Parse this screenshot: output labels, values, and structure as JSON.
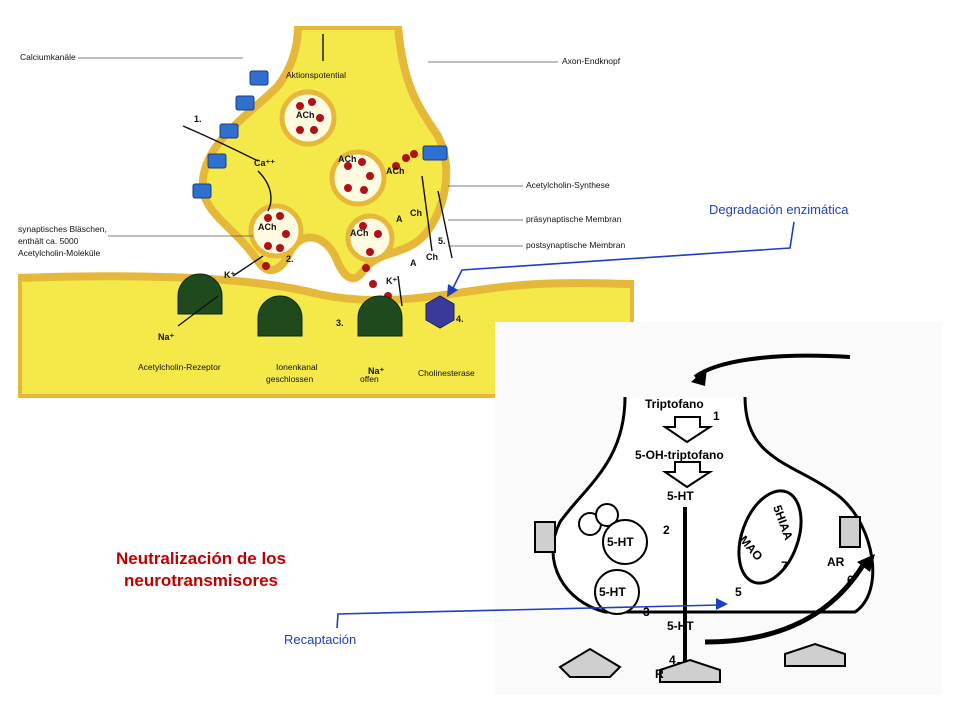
{
  "synapse": {
    "labels": {
      "calcium": "Calciumkanäle",
      "action": "Aktionspotential",
      "axon": "Axon-Endknopf",
      "synthese": "Acetylcholin-Synthese",
      "prae": "präsynaptische Membran",
      "post": "postsynaptische Membran",
      "blaeschen_1": "synaptisches Bläschen,",
      "blaeschen_2": "enthält ca. 5000",
      "blaeschen_3": "Acetylcholin-Moleküle",
      "rezeptor": "Acetylcholin-Rezeptor",
      "geschlossen_1": "Ionenkanal",
      "geschlossen_2": "geschlossen",
      "offen": "offen",
      "esterase": "Cholinesterase",
      "ach": "ACh",
      "ca": "Ca⁺⁺",
      "ch": "Ch",
      "a": "A",
      "k": "K⁺",
      "na": "Na⁺",
      "n1": "1.",
      "n2": "2.",
      "n3": "3.",
      "n4": "4.",
      "n5": "5."
    }
  },
  "serotonin": {
    "labels": {
      "triptofano": "Triptofano",
      "oh_triptofano": "5-OH-triptofano",
      "ht": "5-HT",
      "hiaa": "5HIAA",
      "mao": "MAO",
      "ar": "AR",
      "r": "R",
      "n1": "1",
      "n2": "2",
      "n3": "3",
      "n4": "4",
      "n5": "5",
      "n6": "6",
      "n7": "7"
    }
  },
  "annotations": {
    "degradacion": "Degradación enzimática",
    "recaptacion": "Recaptación"
  },
  "title": {
    "line1": "Neutralización de los",
    "line2": "neurotransmisores"
  },
  "colors": {
    "yellow": "#f5e94a",
    "membrane": "#e6b83a",
    "vesicle_dot": "#b01018",
    "receptor": "#1e4a1e",
    "channel": "#2e6fd0",
    "esterase": "#3a3a9a",
    "arrow_blue": "#1f3fbf",
    "title_red": "#c00000"
  }
}
